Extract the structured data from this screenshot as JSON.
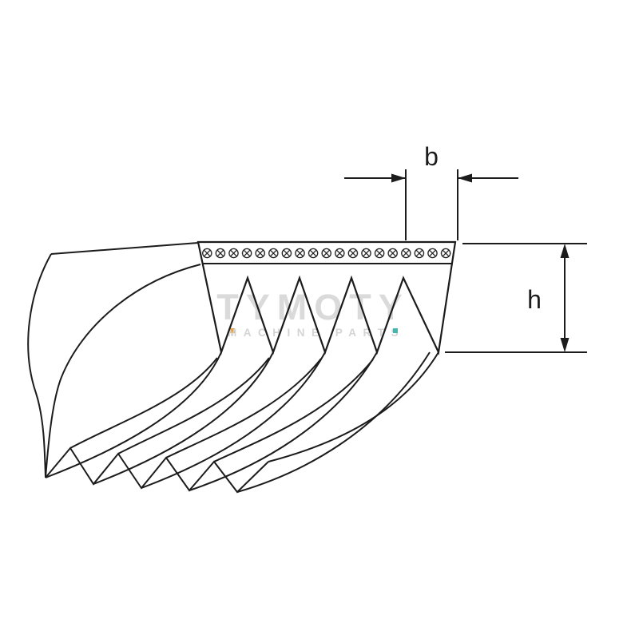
{
  "diagram": {
    "labels": {
      "width": "b",
      "height": "h"
    },
    "line_color": "#1c1c1c",
    "background_color": "#ffffff",
    "rib_tip_count": 5,
    "groove_count": 4
  },
  "watermark": {
    "title": "TYMOTY",
    "subtitle": "MACHINE PARTS",
    "text_color": "#dadada",
    "accent_orange": "#e8a13c",
    "accent_teal": "#49b6ae"
  }
}
